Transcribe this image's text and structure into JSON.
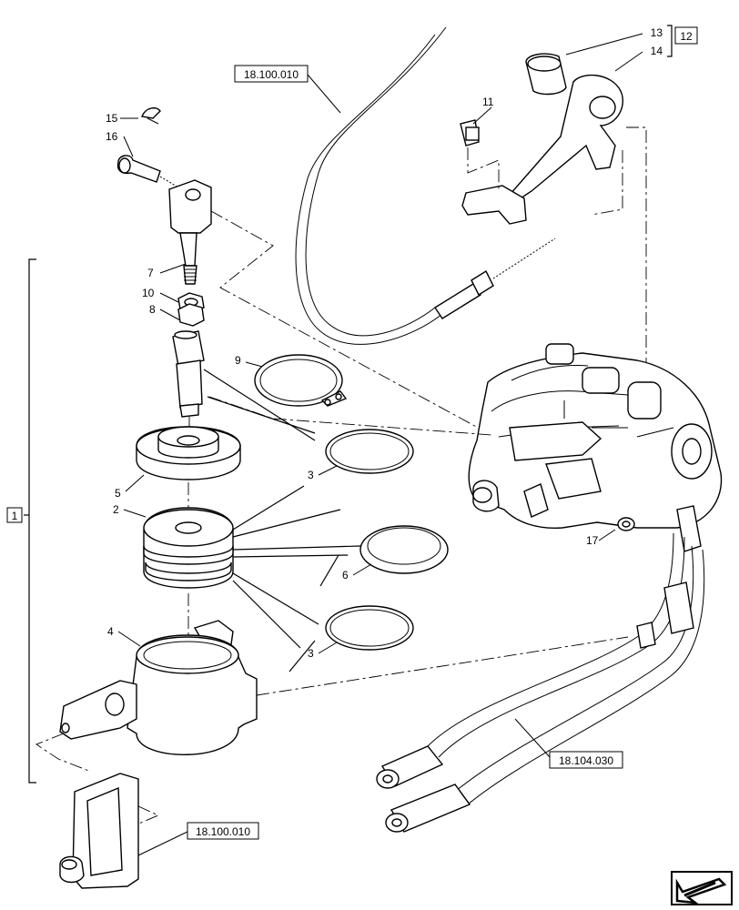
{
  "callouts": {
    "c1": "1",
    "c2": "2",
    "c3a": "3",
    "c3b": "3",
    "c4": "4",
    "c5": "5",
    "c6": "6",
    "c7": "7",
    "c8": "8",
    "c9": "9",
    "c10": "10",
    "c11": "11",
    "c12": "12",
    "c13": "13",
    "c14": "14",
    "c15": "15",
    "c16": "16",
    "c17": "17"
  },
  "references": {
    "ref_top": "18.100.010",
    "ref_bottom": "18.100.010",
    "ref_right": "18.104.030"
  }
}
